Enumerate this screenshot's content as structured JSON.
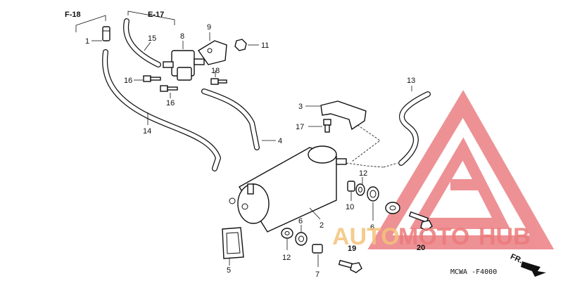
{
  "refs": {
    "f18": "F-18",
    "e17": "E-17"
  },
  "callouts": {
    "p1": "1",
    "p2": "2",
    "p3": "3",
    "p4": "4",
    "p5": "5",
    "p6a": "6",
    "p6b": "6",
    "p7": "7",
    "p8": "8",
    "p9": "9",
    "p10": "10",
    "p11": "11",
    "p12a": "12",
    "p12b": "12",
    "p13": "13",
    "p14": "14",
    "p15": "15",
    "p16a": "16",
    "p16b": "16",
    "p17": "17",
    "p18": "18",
    "p19": "19",
    "p20": "20"
  },
  "diagram_code": "MCWA -F4000",
  "front_marker": "FR.",
  "watermark": {
    "text_a": "AUTO",
    "text_b": "MOTO",
    "text_c": "HUB",
    "color_a": "#f5c27a",
    "color_b": "#ec7a7a"
  }
}
